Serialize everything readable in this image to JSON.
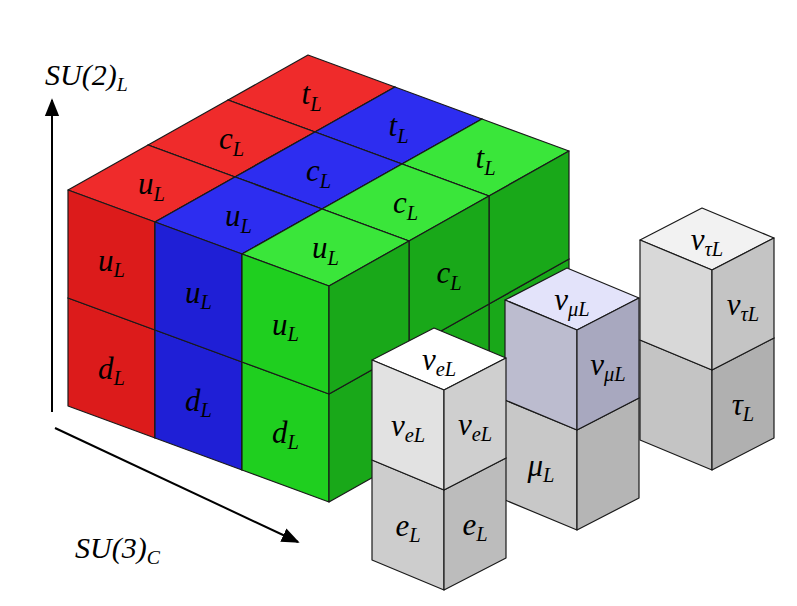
{
  "diagram": {
    "nodes": [
      {
        "text": [
          "tL"
        ]
      },
      {
        "text": [
          "tL"
        ]
      },
      {
        "text": [
          "tL"
        ]
      },
      {
        "text": [
          "cL"
        ]
      },
      {
        "text": [
          "cL"
        ]
      },
      {
        "text": [
          "cL",
          "cL"
        ]
      },
      {
        "text": [
          "uL",
          "uL"
        ]
      },
      {
        "text": [
          "uL",
          "uL"
        ]
      },
      {
        "text": [
          "uL",
          "uL"
        ]
      },
      {
        "text": [
          "dL"
        ]
      },
      {
        "text": [
          "dL"
        ]
      },
      {
        "text": [
          "dL"
        ]
      },
      {
        "text": [
          "ντL",
          "ντL"
        ]
      },
      {
        "text": [
          "νμL",
          "νμL"
        ]
      },
      {
        "text": [
          "νeL",
          "νeL",
          "νeL"
        ]
      },
      {
        "text": [
          "τL"
        ]
      },
      {
        "text": [
          "μL"
        ]
      },
      {
        "text": [
          "eL",
          "eL"
        ]
      }
    ],
    "labels": [
      "SU(2)L",
      "SU(3)C"
    ]
  }
}
